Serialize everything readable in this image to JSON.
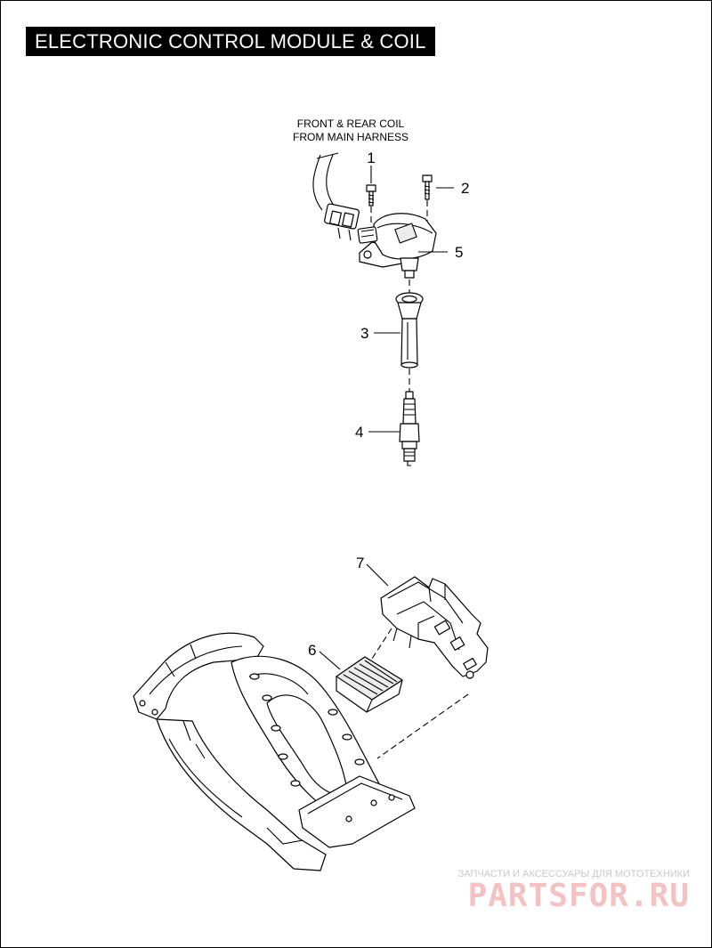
{
  "title": "ELECTRONIC CONTROL MODULE & COIL",
  "note": {
    "line1": "FRONT & REAR COIL",
    "line2": "FROM MAIN HARNESS"
  },
  "callouts": [
    "1",
    "2",
    "3",
    "4",
    "5",
    "6",
    "7"
  ],
  "watermark": {
    "subtitle": "ЗАПЧАСТИ И АКСЕССУАРЫ ДЛЯ МОТОТЕХНИКИ",
    "brand": "PARTSFOR.RU",
    "color": "#e06060"
  }
}
